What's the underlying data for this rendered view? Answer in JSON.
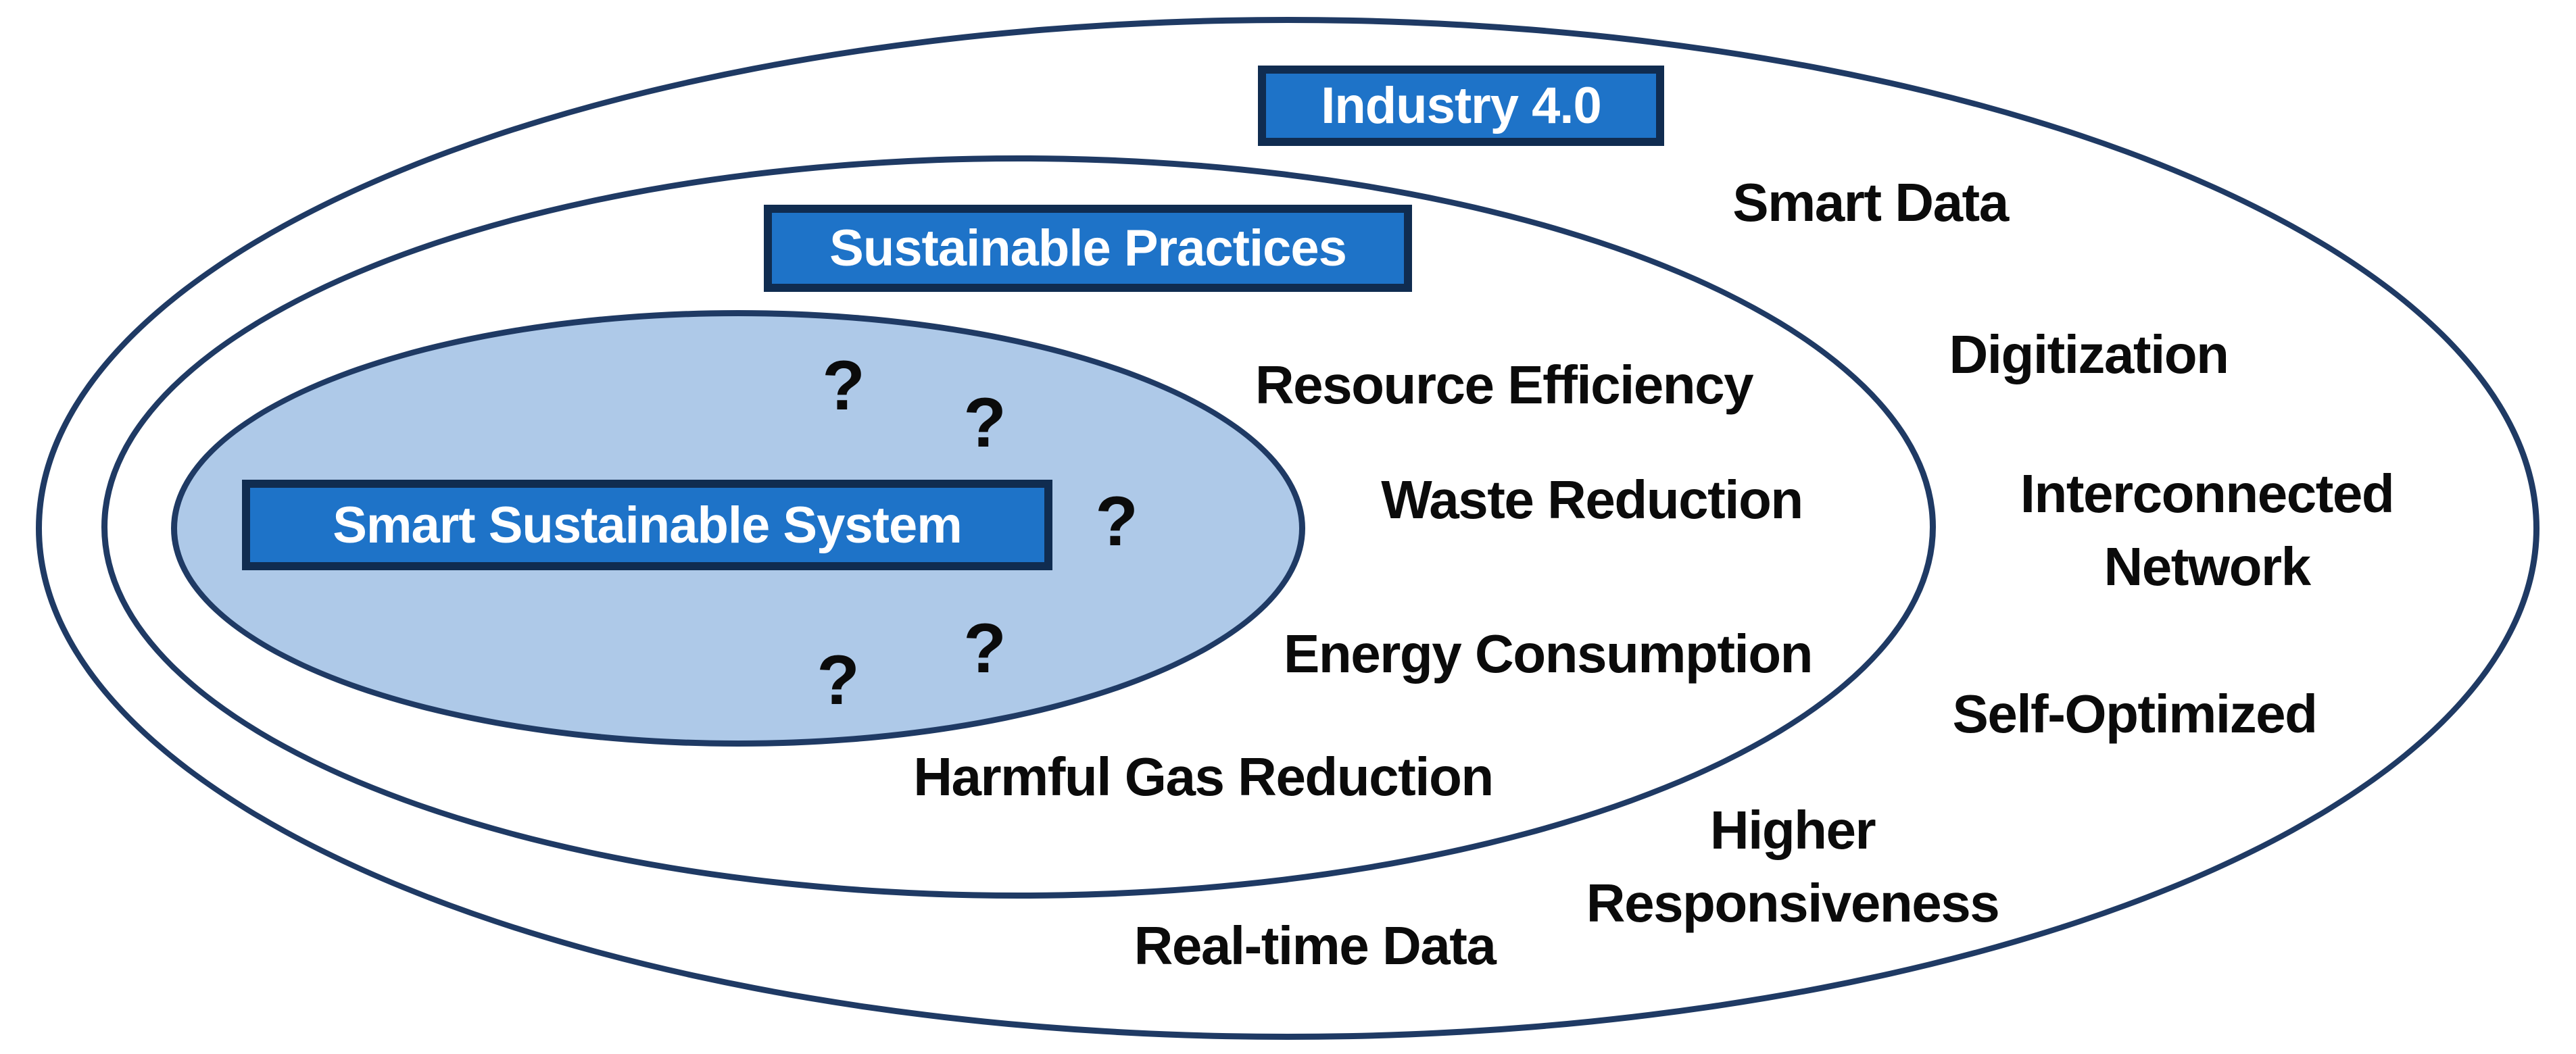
{
  "diagram": {
    "rings": {
      "outer_label": "Industry 4.0",
      "middle_label": "Sustainable Practices",
      "inner_label": "Smart Sustainable System"
    },
    "outer_items": {
      "smart_data": "Smart Data",
      "digitization": "Digitization",
      "interconnected_network": "Interconnected\nNetwork",
      "self_optimized": "Self-Optimized",
      "higher_responsiveness": "Higher\nResponsiveness",
      "real_time_data": "Real-time Data"
    },
    "middle_items": {
      "resource_efficiency": "Resource Efficiency",
      "waste_reduction": "Waste Reduction",
      "energy_consumption": "Energy Consumption",
      "harmful_gas_reduction": "Harmful Gas Reduction"
    },
    "question_marks": [
      "?",
      "?",
      "?",
      "?",
      "?"
    ],
    "colors": {
      "ellipse_stroke": "#1f3a64",
      "inner_ellipse_fill": "#aec9e8",
      "box_fill": "#1e73c8",
      "box_border": "#102c50",
      "box_text": "#ffffff",
      "label_text": "#0b0b0b",
      "background": "#ffffff"
    }
  }
}
